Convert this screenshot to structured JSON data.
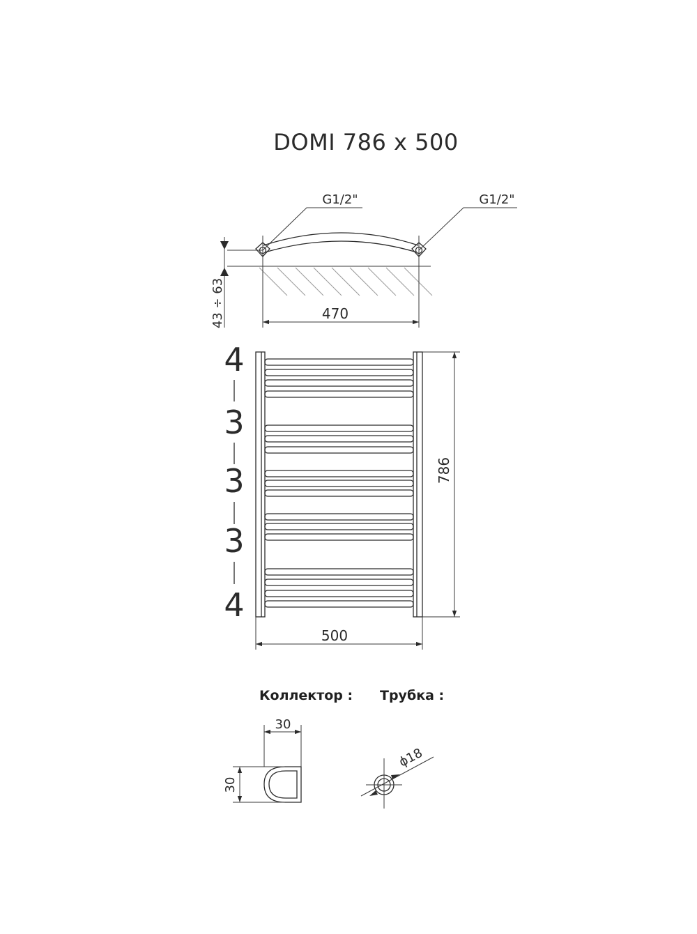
{
  "title": "DOMI 786 x 500",
  "top_view": {
    "connection_left": "G1/2\"",
    "connection_right": "G1/2\"",
    "wall_distance": "43 ÷ 63",
    "axis_distance": "470"
  },
  "front_view": {
    "height": "786",
    "width": "500",
    "groups": [
      "4",
      "3",
      "3",
      "3",
      "4"
    ]
  },
  "sections": {
    "collector_label": "Коллектор :",
    "collector_width": "30",
    "collector_height": "30",
    "tube_label": "Трубка :",
    "tube_diameter": "ϕ18"
  }
}
